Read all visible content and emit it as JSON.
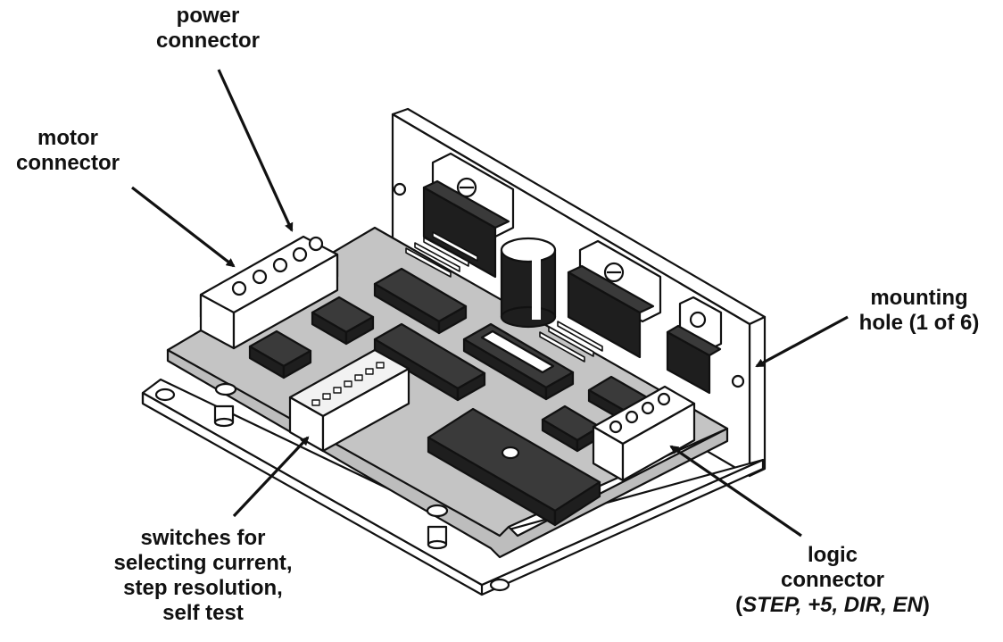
{
  "labels": {
    "power": [
      "power",
      "connector"
    ],
    "motor": [
      "motor",
      "connector"
    ],
    "mounting": [
      "mounting",
      "hole (1 of 6)"
    ],
    "switches": [
      "switches for",
      "selecting current,",
      "step resolution,",
      "self test"
    ],
    "logic": [
      "logic",
      "connector"
    ],
    "logic_signals": {
      "open": "(",
      "signals": "STEP, +5, DIR, EN",
      "close": ")"
    }
  },
  "colors": {
    "board": "#c4c4c4",
    "chip": "#1e1e1e",
    "outline": "#111111",
    "metal": "#ffffff",
    "switch_block": "#f2f2f2"
  }
}
